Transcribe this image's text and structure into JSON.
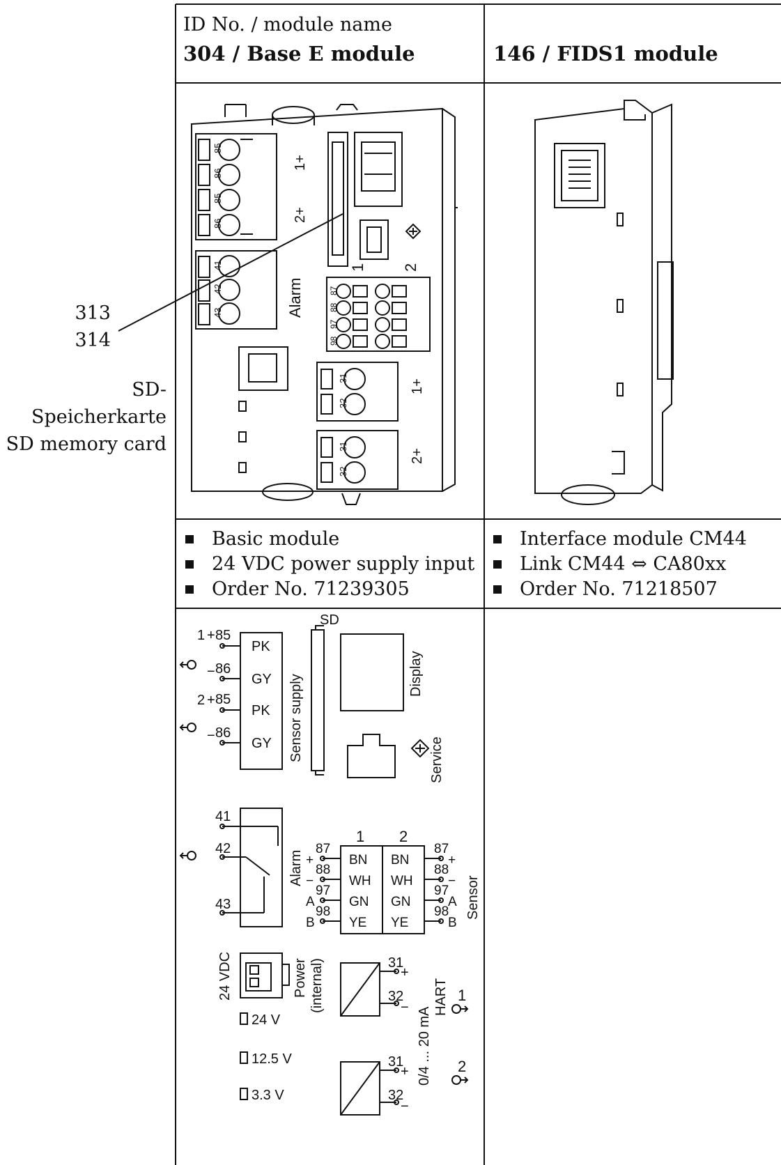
{
  "header": {
    "caption": "ID No. / module name",
    "col1_title": "304 / Base E module",
    "col2_title": "146 / FIDS1 module"
  },
  "callout": {
    "numbers": [
      "313",
      "314"
    ],
    "label_de": "SD-Speicherkarte",
    "label_en": "SD memory card"
  },
  "col1_features": [
    "Basic module",
    "24 VDC power supply input",
    "Order No. 71239305"
  ],
  "col2_features": [
    "Interface module CM44",
    "Link CM44 ⇔ CA80xx",
    "Order No. 71218507"
  ],
  "module_drawing": {
    "supply_terminals": [
      "85",
      "86",
      "85",
      "86"
    ],
    "supply_marks": [
      "1+",
      "2+"
    ],
    "alarm_label": "Alarm",
    "alarm_terminals": [
      "41",
      "42",
      "43"
    ],
    "sensor_channels": [
      "1",
      "2"
    ],
    "sensor_terminals": [
      "87",
      "88",
      "97",
      "98"
    ],
    "output_terminals": [
      "31",
      "32"
    ],
    "output_marks": [
      "1+",
      "2+"
    ]
  },
  "wiring": {
    "sd_label": "SD",
    "display_label": "Display",
    "service_label": "Service",
    "sensor_supply_label": "Sensor supply",
    "supply_rows": [
      {
        "sign": "+",
        "num": "85",
        "color": "PK"
      },
      {
        "sign": "−",
        "num": "86",
        "color": "GY"
      },
      {
        "sign": "+",
        "num": "85",
        "color": "PK"
      },
      {
        "sign": "−",
        "num": "86",
        "color": "GY"
      }
    ],
    "supply_channels": [
      "1",
      "2"
    ],
    "alarm_label": "Alarm",
    "alarm_terminals": [
      "41",
      "42",
      "43"
    ],
    "sensor_label": "Sensor",
    "sensor_channels": [
      "1",
      "2"
    ],
    "sensor_rows": [
      {
        "sign": "+",
        "num": "87",
        "color": "BN"
      },
      {
        "sign": "−",
        "num": "88",
        "color": "WH"
      },
      {
        "sign": "A",
        "num": "97",
        "color": "GN"
      },
      {
        "sign": "B",
        "num": "98",
        "color": "YE"
      }
    ],
    "power_vdc": "24 VDC",
    "power_label": "Power",
    "power_internal": "(internal)",
    "leds": [
      "24 V",
      "12.5 V",
      "3.3 V"
    ],
    "output_range": "0/4 ... 20 mA",
    "hart": "HART",
    "output_channels": [
      "1",
      "2"
    ],
    "output_rows": [
      {
        "num": "31",
        "sign": "+"
      },
      {
        "num": "32",
        "sign": "−"
      }
    ]
  }
}
